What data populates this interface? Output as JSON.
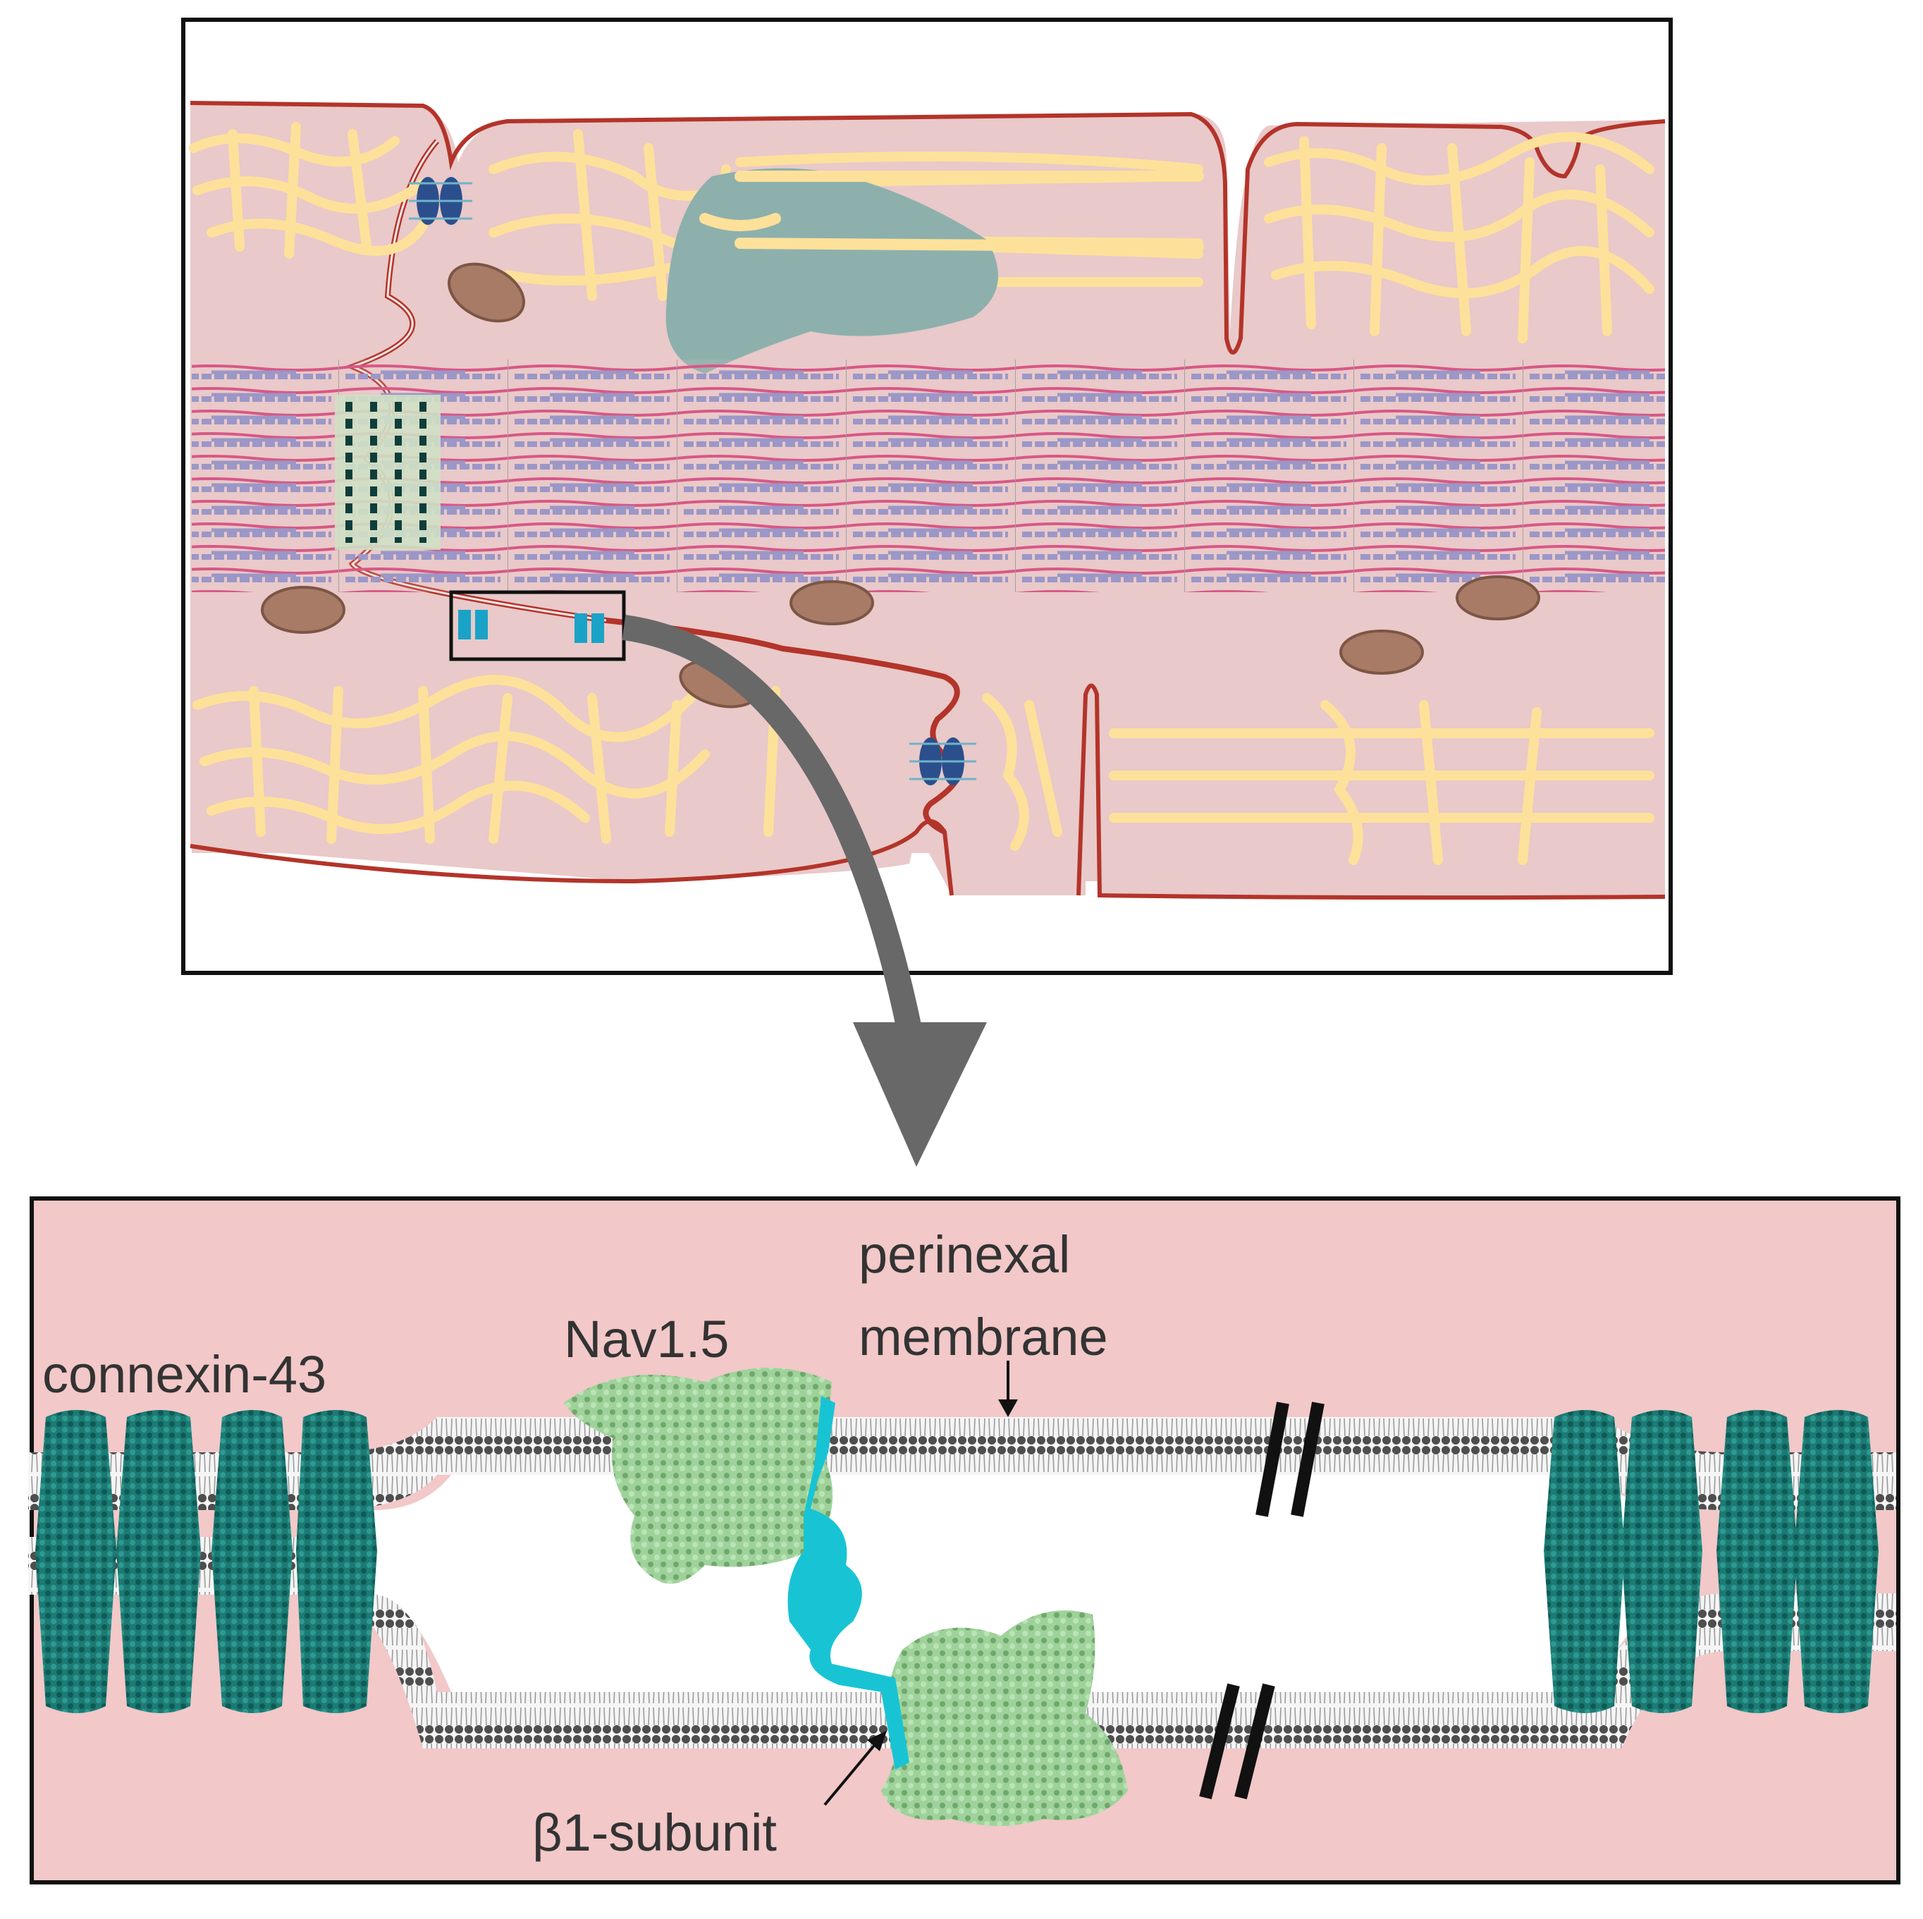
{
  "labels": {
    "connexin": "connexin-43",
    "nav": "Nav1.5",
    "perinexal_line1": "perinexal",
    "perinexal_line2": "membrane",
    "beta": "β1-subunit"
  },
  "colors": {
    "cytoplasm": "#e9c9c9",
    "cell_membrane": "#b3342a",
    "reticulum": "#fde19a",
    "nucleus": "#8db0ad",
    "actin": "#d4457a",
    "myosin": "#8d8fc7",
    "mitochondria": "#a87b66",
    "panel_background": "#f2c8c8",
    "connexin": "#1b7b74",
    "nav_channel": "#9fd29b",
    "beta_subunit": "#18c4d4",
    "lipid_head": "#555555",
    "arrow": "#686868",
    "frame": "#111111"
  }
}
